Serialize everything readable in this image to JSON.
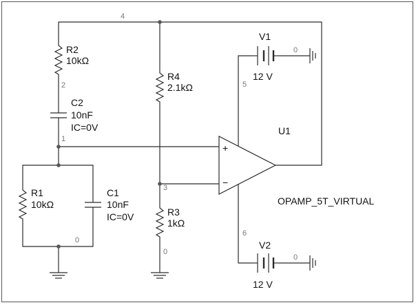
{
  "schematic": {
    "components": {
      "R2": {
        "name": "R2",
        "value": "10kΩ"
      },
      "R4": {
        "name": "R4",
        "value": "2.1kΩ"
      },
      "C2": {
        "name": "C2",
        "value": "10nF",
        "ic": "IC=0V"
      },
      "R1": {
        "name": "R1",
        "value": "10kΩ"
      },
      "C1": {
        "name": "C1",
        "value": "10nF",
        "ic": "IC=0V"
      },
      "R3": {
        "name": "R3",
        "value": "1kΩ"
      },
      "V1": {
        "name": "V1",
        "value": "12 V"
      },
      "V2": {
        "name": "V2",
        "value": "12 V"
      },
      "U1": {
        "name": "U1",
        "model": "OPAMP_5T_VIRTUAL",
        "plus": "+",
        "minus": "−"
      }
    },
    "nets": {
      "n4": "4",
      "n2": "2",
      "n1": "1",
      "n3": "3",
      "n5": "5",
      "n6": "6",
      "n0_c1": "0",
      "n0_r3": "0",
      "n0_v1": "0",
      "n0_v2": "0"
    }
  }
}
